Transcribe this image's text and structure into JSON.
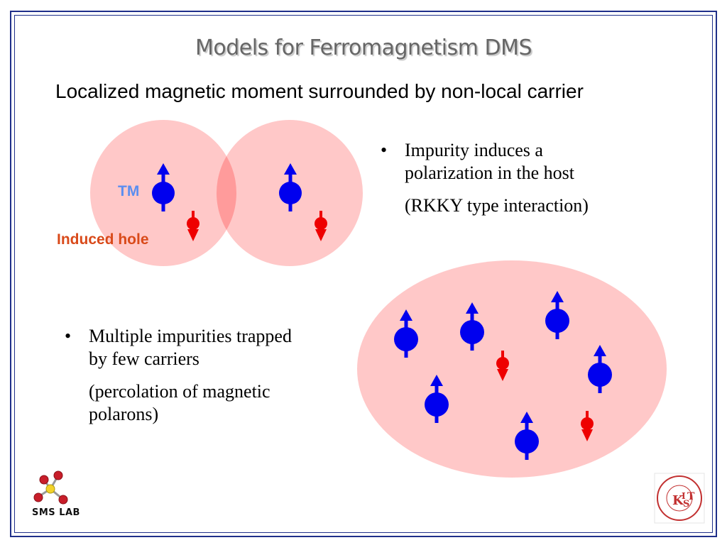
{
  "slide": {
    "title": "Models for Ferromagnetism DMS",
    "subtitle": "Localized magnetic moment surrounded by non-local carrier"
  },
  "labels": {
    "tm": "TM",
    "induced_hole": "Induced hole"
  },
  "bullets": {
    "first": {
      "symbol": "•",
      "line1": "Impurity induces a",
      "line2": "polarization in the host",
      "line3": "(RKKY type interaction)"
    },
    "second": {
      "symbol": "•",
      "line1": "Multiple impurities trapped",
      "line2": "by few carriers",
      "line3": "(percolation of magnetic",
      "line4": "polarons)"
    }
  },
  "logos": {
    "sms_lab": "SMS LAB",
    "kist": "KIST"
  },
  "colors": {
    "frame": "#1f2f8a",
    "cloud": "#ffc8c8",
    "cloud_overlap": "#ff9b9b",
    "spin_up": "#0000ee",
    "spin_down": "#ee0000"
  }
}
